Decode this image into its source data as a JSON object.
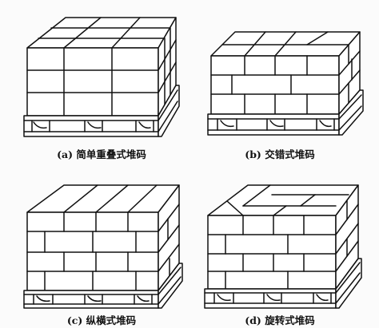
{
  "figure": {
    "panels": [
      {
        "id": "a",
        "caption": "(a) 简单重叠式堆码"
      },
      {
        "id": "b",
        "caption": "(b) 交错式堆码"
      },
      {
        "id": "c",
        "caption": "(c) 纵横式堆码"
      },
      {
        "id": "d",
        "caption": "(d) 旋转式堆码"
      }
    ]
  }
}
